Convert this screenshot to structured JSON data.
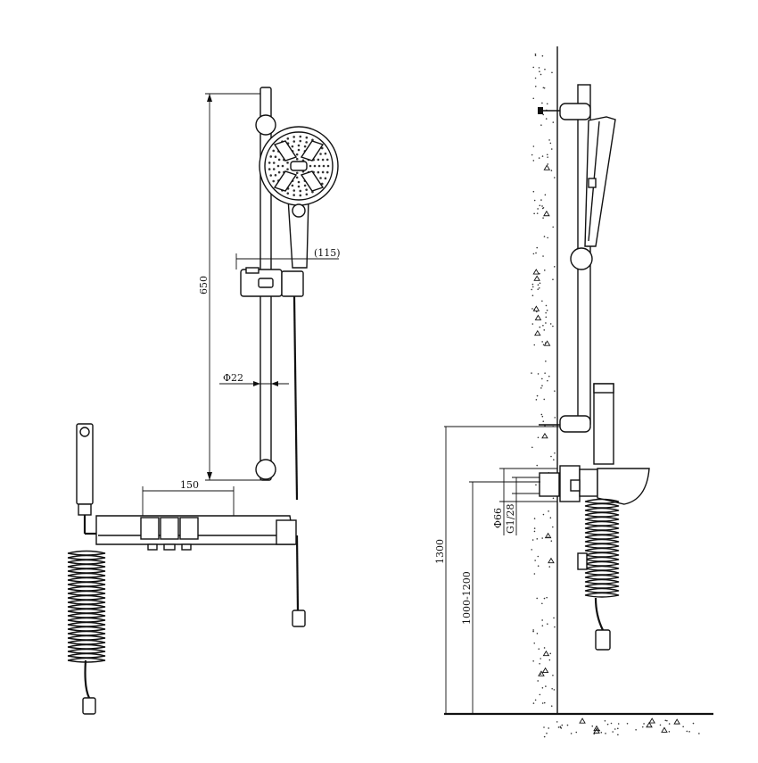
{
  "dimensions": {
    "rail_height": "650",
    "bar_diameter": "Φ22",
    "offset": "(115)",
    "valve_spacing": "150",
    "floor_to_valve": "1300",
    "bar_range": "1000-1200",
    "escutcheon": "Φ66",
    "thread": "G1/28"
  },
  "colors": {
    "line": "#111111",
    "background": "#ffffff"
  }
}
